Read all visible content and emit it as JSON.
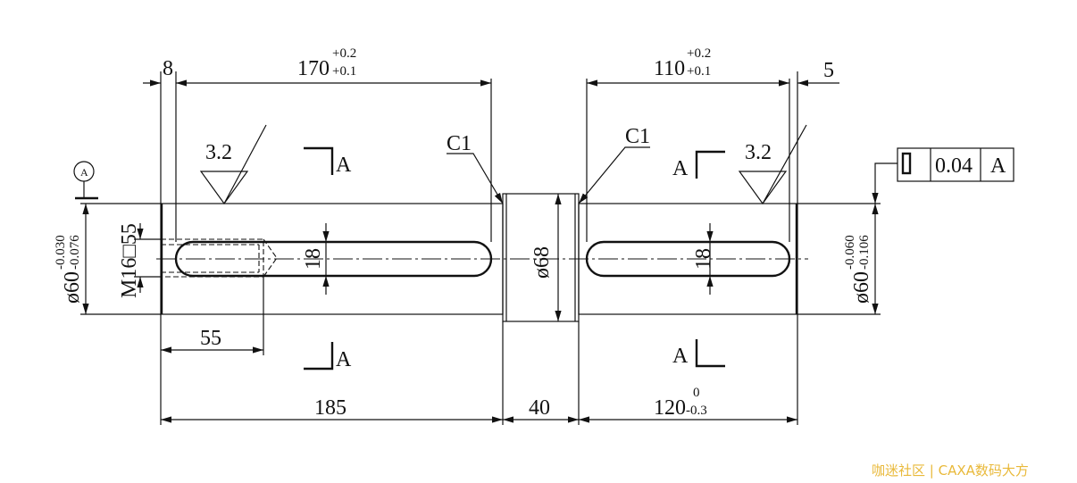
{
  "dims": {
    "d8": "8",
    "d170": "170",
    "d170_upper": "+0.2",
    "d170_lower": "+0.1",
    "d110": "110",
    "d110_upper": "+0.2",
    "d110_lower": "+0.1",
    "d5": "5",
    "d55": "55",
    "d185": "185",
    "d40": "40",
    "d120": "120",
    "d120_upper": "0",
    "d120_lower": "-0.3",
    "key_left": "18",
    "key_right": "18",
    "collar_dia": "ø68",
    "left_dia": "ø60",
    "left_dia_upper": "-0.030",
    "left_dia_lower": "-0.076",
    "right_dia": "ø60",
    "right_dia_upper": "-0.060",
    "right_dia_lower": "-0.106",
    "thread": "M16□55"
  },
  "chamfers": [
    "C1",
    "C1"
  ],
  "roughness": [
    "3.2",
    "3.2"
  ],
  "section_labels": [
    "A",
    "A",
    "A",
    "A"
  ],
  "datum": "A",
  "tolerance_frame": {
    "value": "0.04",
    "datum": "A"
  },
  "watermark": "咖迷社区 | CAXA数码大方"
}
